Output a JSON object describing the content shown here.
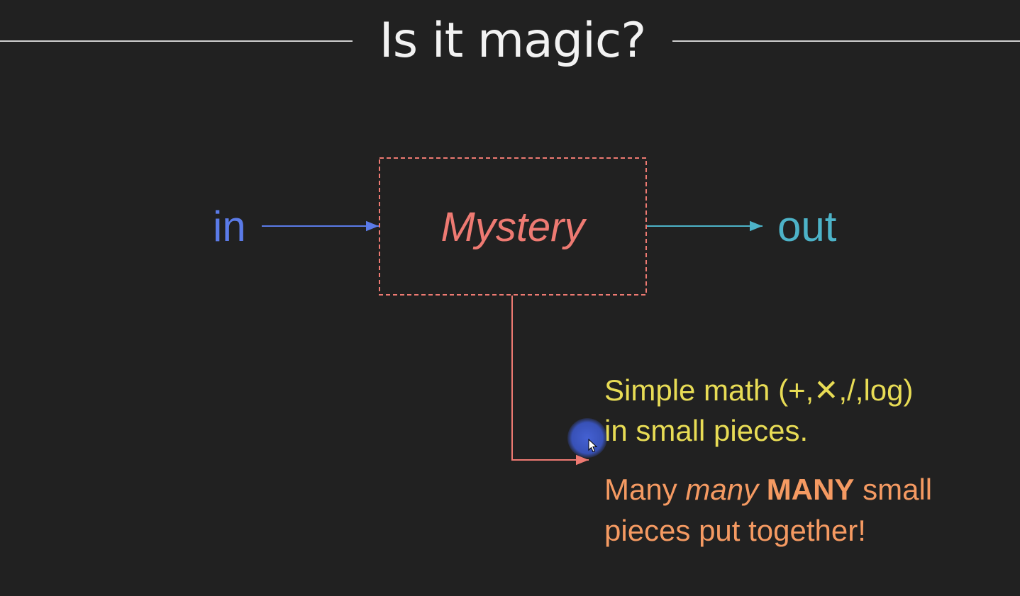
{
  "slide": {
    "title": "Is it magic?"
  },
  "diagram": {
    "input_label": "in",
    "box_label": "Mystery",
    "output_label": "out",
    "colors": {
      "input": "#5b7be8",
      "box": "#ee7a72",
      "output": "#4db3c8",
      "note_simple": "#e8dc55",
      "note_many": "#f59a62"
    }
  },
  "notes": {
    "simple_line1": "Simple math (+,✕,/,log)",
    "simple_line2": "in small pieces.",
    "many_word1": "Many",
    "many_word2": "many",
    "many_word3": "MANY",
    "many_word4": "small",
    "many_line2": "pieces put together!"
  },
  "icons": {
    "cursor": "mouse-pointer-icon"
  }
}
